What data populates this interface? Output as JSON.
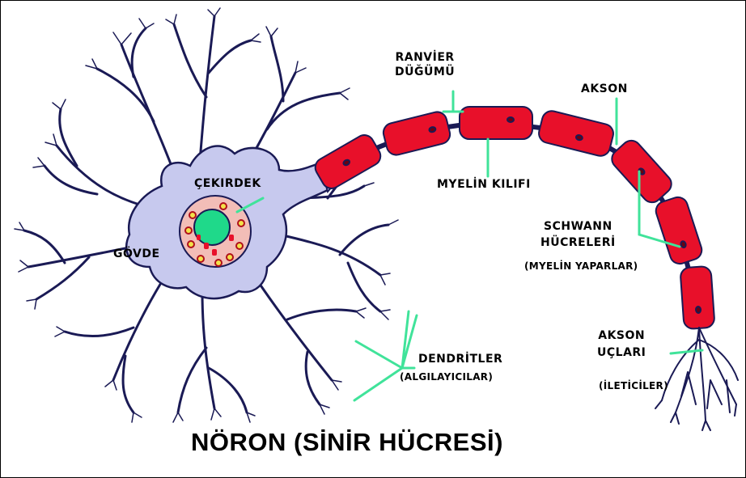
{
  "labels": {
    "ranvier_line1": "RANVİER",
    "ranvier_line2": "DÜĞÜMÜ",
    "akson": "AKSON",
    "myelin": "MYELİN KILIFI",
    "cekirdek": "ÇEKIRDEK",
    "govde": "GÖVDE",
    "schwann_line1": "SCHWANN",
    "schwann_line2": "HÜCRELERİ",
    "schwann_note": "(MYELİN YAPARLAR)",
    "dendrit": "DENDRİTLER",
    "dendrit_note": "(ALGILAYICILAR)",
    "terminal_line1": "AKSON",
    "terminal_line2": "UÇLARI",
    "terminal_note": "(İLETİCİLER)"
  },
  "title": "NÖRON (SİNİR HÜCRESİ)",
  "colors": {
    "cell_body": "#c7c9ee",
    "outline": "#1a1a55",
    "myelin": "#e8102a",
    "nucleus": "#f2bdb7",
    "nucleolus": "#1fd98a",
    "pointer": "#40e39a"
  }
}
